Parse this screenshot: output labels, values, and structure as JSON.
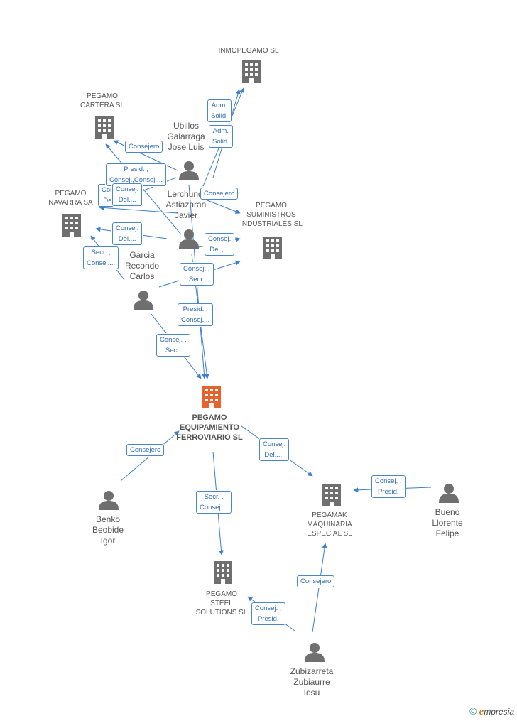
{
  "nodes": {
    "inmopegamo": {
      "label": "INMOPEGAMO SL"
    },
    "pegamo_cartera": {
      "label_lines": [
        "PEGAMO",
        "CARTERA SL"
      ]
    },
    "pegamo_navarra": {
      "label_lines": [
        "PEGAMO",
        "NAVARRA SA"
      ]
    },
    "pegamo_suministros": {
      "label_lines": [
        "PEGAMO",
        "SUMINISTROS",
        "INDUSTRIALES SL"
      ]
    },
    "pegamo_equipamiento": {
      "label_lines": [
        "PEGAMO",
        "EQUIPAMIENTO",
        "FERROVIARIO SL"
      ]
    },
    "pegamak": {
      "label_lines": [
        "PEGAMAK",
        "MAQUINARIA",
        "ESPECIAL SL"
      ]
    },
    "pegamo_steel": {
      "label_lines": [
        "PEGAMO",
        "STEEL",
        "SOLUTIONS SL"
      ]
    },
    "ubillos": {
      "label_lines": [
        "Ubillos",
        "Galarraga",
        "Jose Luis"
      ]
    },
    "lerchundi": {
      "label_lines": [
        "Lerchundi",
        "Astiazaran",
        "Javier"
      ]
    },
    "garcia": {
      "label_lines": [
        "Garcia",
        "Recondo",
        "Carlos"
      ]
    },
    "benko": {
      "label_lines": [
        "Benko",
        "Beobide",
        "Igor"
      ]
    },
    "bueno": {
      "label_lines": [
        "Bueno",
        "Llorente",
        "Felipe"
      ]
    },
    "zubizarreta": {
      "label_lines": [
        "Zubizarreta",
        "Zubiaurre",
        "Iosu"
      ]
    }
  },
  "edge_labels": [
    {
      "id": "e1",
      "lines": [
        "Adm.",
        "Solid."
      ]
    },
    {
      "id": "e2",
      "lines": [
        "Adm.",
        "Solid."
      ]
    },
    {
      "id": "e3",
      "lines": [
        "Consejero"
      ]
    },
    {
      "id": "e4",
      "lines": [
        "Presid. ,",
        "Consej.,Consej...."
      ]
    },
    {
      "id": "e5",
      "lines": [
        "Consej.",
        "Del...."
      ]
    },
    {
      "id": "e6",
      "lines": [
        "Consej",
        "Del...."
      ]
    },
    {
      "id": "e7",
      "lines": [
        "Consejero"
      ]
    },
    {
      "id": "e8",
      "lines": [
        "Consej.",
        "Del...."
      ]
    },
    {
      "id": "e9",
      "lines": [
        "Secr. ,",
        "Consej...."
      ]
    },
    {
      "id": "e10",
      "lines": [
        "Consej.",
        "Del.,..."
      ]
    },
    {
      "id": "e11",
      "lines": [
        "Consej. ,",
        "Secr."
      ]
    },
    {
      "id": "e12",
      "lines": [
        "Presid. ,",
        "Consej...."
      ]
    },
    {
      "id": "e13",
      "lines": [
        "Consej. ,",
        "Secr."
      ]
    },
    {
      "id": "e14",
      "lines": [
        "Consejero"
      ]
    },
    {
      "id": "e15",
      "lines": [
        "Consej.",
        "Del.,..."
      ]
    },
    {
      "id": "e16",
      "lines": [
        "Consej. ,",
        "Presid."
      ]
    },
    {
      "id": "e17",
      "lines": [
        "Secr. ,",
        "Consej...."
      ]
    },
    {
      "id": "e18",
      "lines": [
        "Consejero"
      ]
    },
    {
      "id": "e19",
      "lines": [
        "Consej. ,",
        "Presid."
      ]
    }
  ],
  "colors": {
    "edge": "#3a7fd0",
    "building": "#6f6f6f",
    "building_focus": "#e8622e",
    "person": "#6f6f6f"
  },
  "footer": {
    "copyright": "©",
    "brand_e": "e",
    "brand_rest": "mpresia"
  }
}
